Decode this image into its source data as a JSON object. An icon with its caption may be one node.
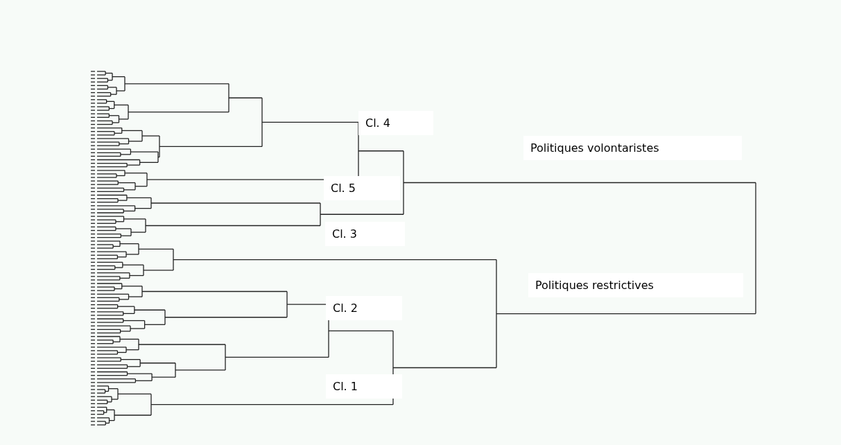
{
  "diagram": {
    "labels": [
      "Cl. 4",
      "Politiques volontaristes",
      "Cl. 5",
      "Cl. 3",
      "Politiques restrictives",
      "Cl. 2",
      "Cl. 1"
    ]
  }
}
